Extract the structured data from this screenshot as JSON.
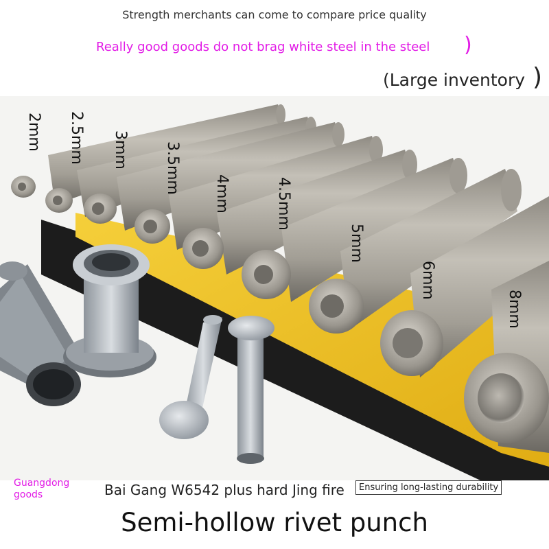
{
  "header": {
    "tagline": "Strength merchants can come to compare price quality",
    "claim": "Really good goods do not brag white steel in the steel",
    "claim_close": ")",
    "inventory": "(Large inventory",
    "inventory_close": ")"
  },
  "punch_sizes": [
    "2mm",
    "2.5mm",
    "3mm",
    "3.5mm",
    "4mm",
    "4.5mm",
    "5mm",
    "6mm",
    "8mm"
  ],
  "footer": {
    "origin": "Guangdong goods",
    "spec": "Bai Gang W6542 plus hard Jing fire",
    "badge": "Ensuring long-lasting durability",
    "title": "Semi-hollow rivet punch"
  },
  "colors": {
    "accent_pink": "#e21be6",
    "text_dark": "#222222",
    "steel": "#a9a59c",
    "yellow_board": "#f2c21e"
  }
}
